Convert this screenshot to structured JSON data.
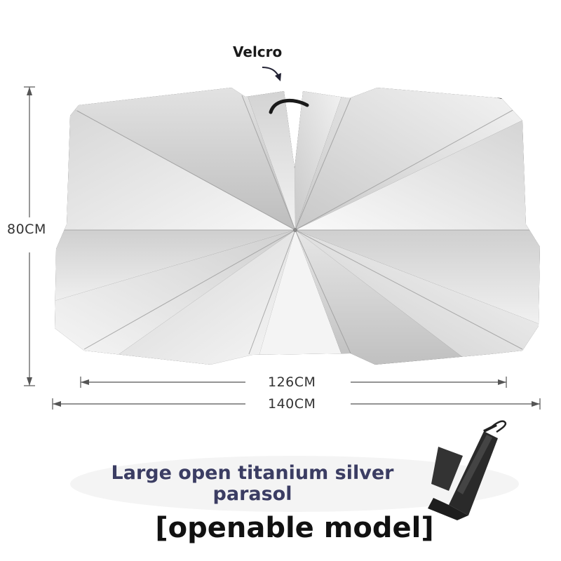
{
  "labels": {
    "velcro": "Velcro",
    "height": "80CM",
    "inner_width": "126CM",
    "outer_width": "140CM"
  },
  "product": {
    "description": "Large open titanium silver parasol",
    "model": "[openable model]"
  },
  "colors": {
    "outline": "#111111",
    "silver_light": "#f2f2f2",
    "silver_dark": "#c4c4c4",
    "text_accent": "#3b3d63"
  },
  "icons": [
    "curved-arrow-icon",
    "folded-umbrella-icon"
  ]
}
